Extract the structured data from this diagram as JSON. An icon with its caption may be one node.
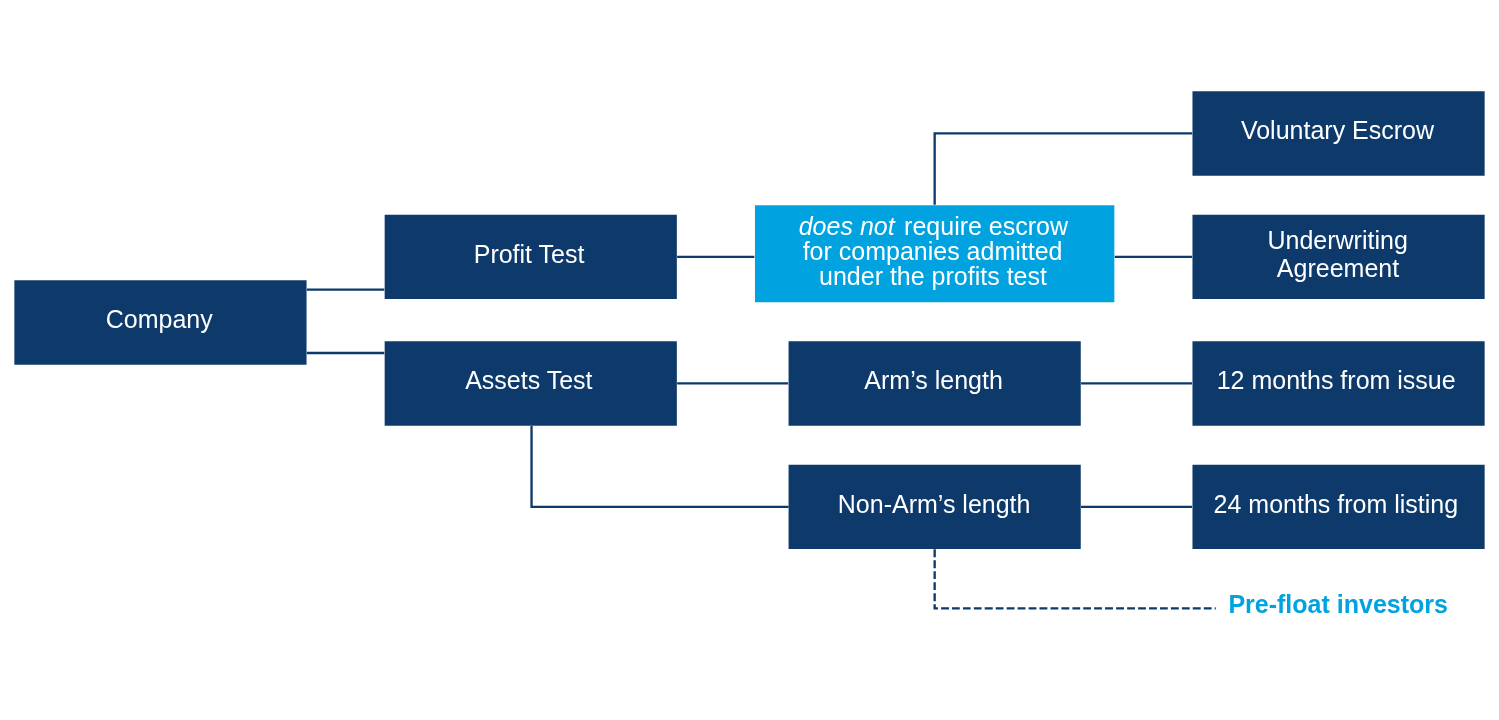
{
  "diagram": {
    "nodes": [
      {
        "text": [
          "Company"
        ]
      },
      {
        "text": [
          "Profit Test"
        ]
      },
      {
        "text": [
          "Assets Test"
        ]
      },
      {
        "text": [
          "*does not* require escrow for companies admitted under the profits test"
        ]
      },
      {
        "text": [
          "Voluntary Escrow"
        ]
      },
      {
        "text": [
          "Underwriting Agreement"
        ]
      },
      {
        "text": [
          "Arm’s length"
        ]
      },
      {
        "text": [
          "Non-Arm’s length"
        ]
      },
      {
        "text": [
          "12 months from issue"
        ]
      },
      {
        "text": [
          "24 months from listing"
        ]
      },
      {
        "text": [
          "Pre-float investors"
        ]
      }
    ],
    "edges": [
      {
        "from": 0,
        "to": 1,
        "arrow": "none"
      },
      {
        "from": 0,
        "to": 2,
        "arrow": "none"
      },
      {
        "from": 1,
        "to": 3,
        "arrow": "none"
      },
      {
        "from": 3,
        "to": 4,
        "arrow": "none"
      },
      {
        "from": 3,
        "to": 5,
        "arrow": "none"
      },
      {
        "from": 2,
        "to": 6,
        "arrow": "none"
      },
      {
        "from": 2,
        "to": 7,
        "arrow": "none"
      },
      {
        "from": 6,
        "to": 8,
        "arrow": "none"
      },
      {
        "from": 7,
        "to": 9,
        "arrow": "none"
      },
      {
        "from": 7,
        "to": 10,
        "arrow": "none",
        "style": "dashed"
      }
    ]
  }
}
